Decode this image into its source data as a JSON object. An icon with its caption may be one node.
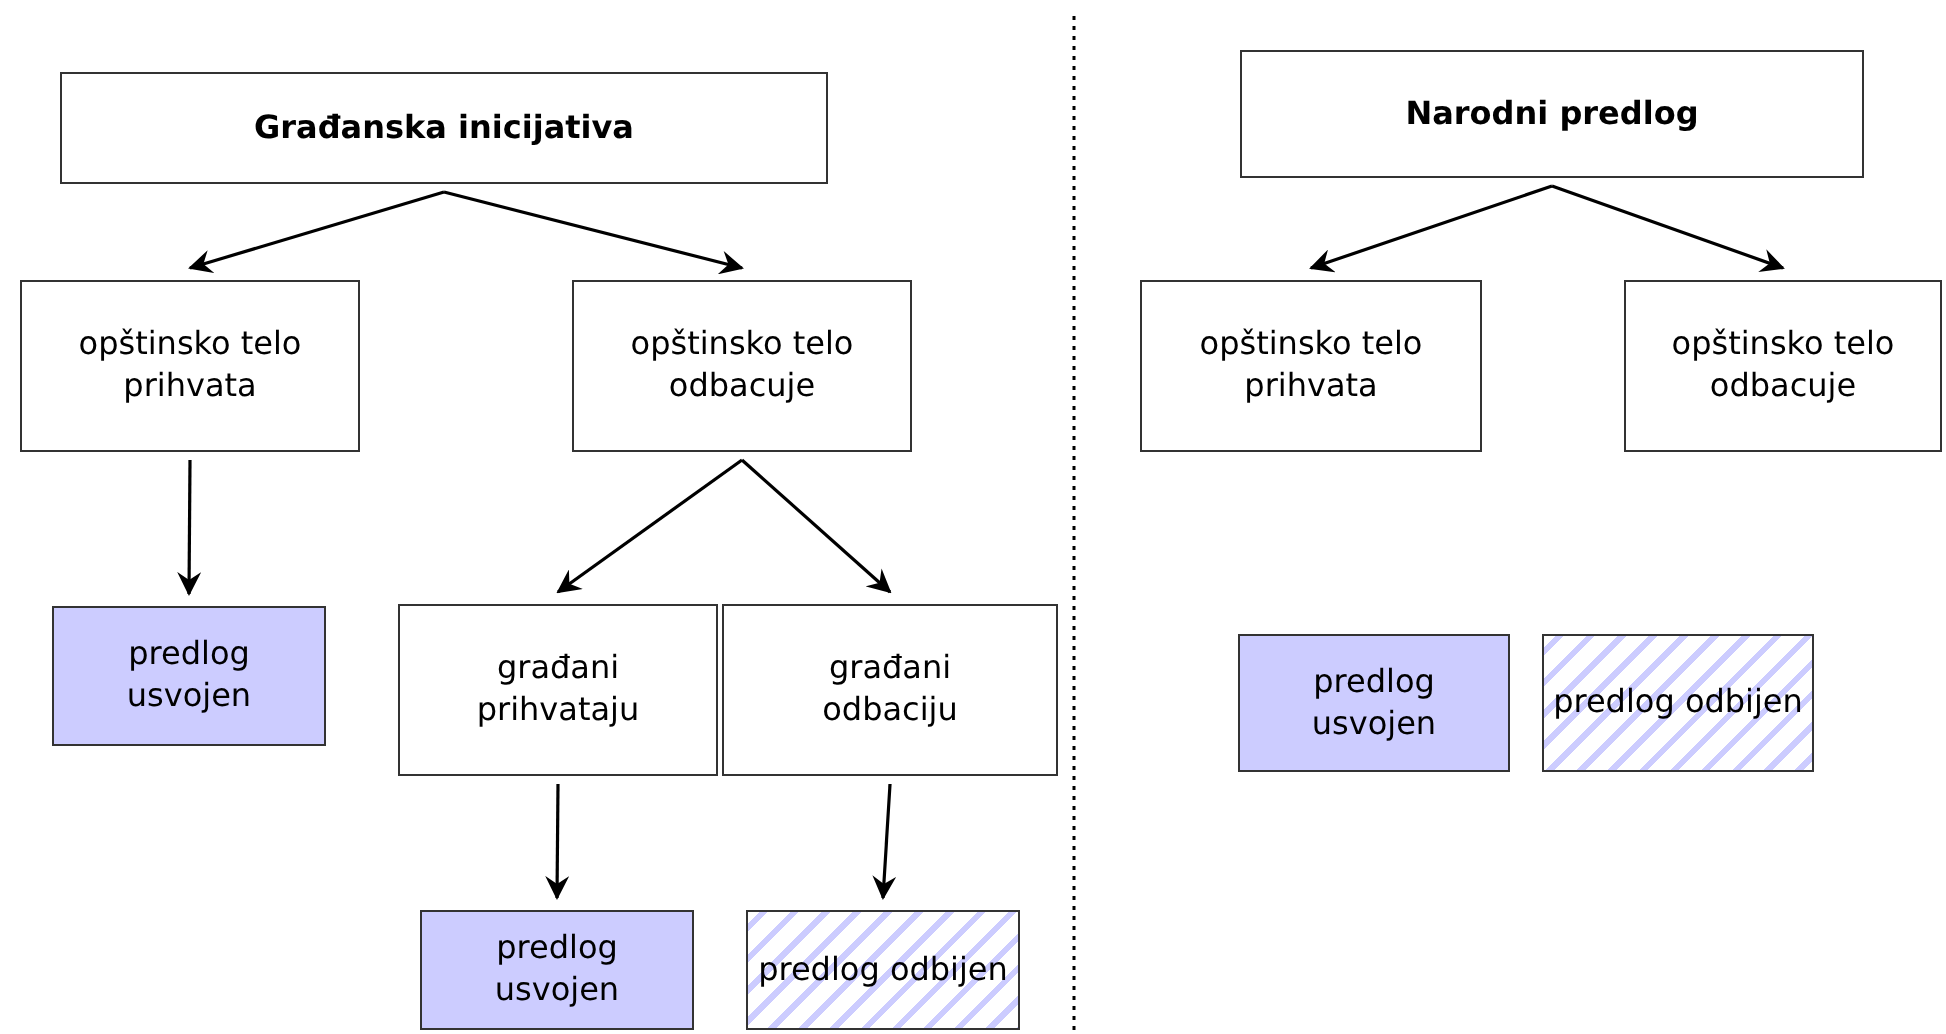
{
  "diagram": {
    "nodes": [
      {
        "text": [
          "Građanska inicijativa"
        ]
      },
      {
        "text": [
          "opštinsko telo prihvata"
        ]
      },
      {
        "text": [
          "opštinsko telo odbacuje"
        ]
      },
      {
        "text": [
          "predlog usvojen"
        ]
      },
      {
        "text": [
          "građani prihvataju"
        ]
      },
      {
        "text": [
          "građani odbaciju"
        ]
      },
      {
        "text": [
          "predlog usvojen"
        ]
      },
      {
        "text": [
          "predlog odbijen"
        ]
      },
      {
        "text": [
          "Narodni predlog"
        ]
      },
      {
        "text": [
          "opštinsko telo prihvata"
        ]
      },
      {
        "text": [
          "opštinsko telo odbacuje"
        ]
      },
      {
        "text": [
          "predlog usvojen"
        ]
      },
      {
        "text": [
          "predlog odbijen"
        ]
      }
    ],
    "edges": [
      {
        "from": 0,
        "to": 1,
        "arrow": "to"
      },
      {
        "from": 0,
        "to": 2,
        "arrow": "to"
      },
      {
        "from": 1,
        "to": 3,
        "arrow": "to"
      },
      {
        "from": 2,
        "to": 4,
        "arrow": "to"
      },
      {
        "from": 2,
        "to": 5,
        "arrow": "to"
      },
      {
        "from": 4,
        "to": 6,
        "arrow": "to"
      },
      {
        "from": 5,
        "to": 7,
        "arrow": "to"
      },
      {
        "from": 8,
        "to": 9,
        "arrow": "to"
      },
      {
        "from": 8,
        "to": 10,
        "arrow": "to"
      }
    ]
  }
}
